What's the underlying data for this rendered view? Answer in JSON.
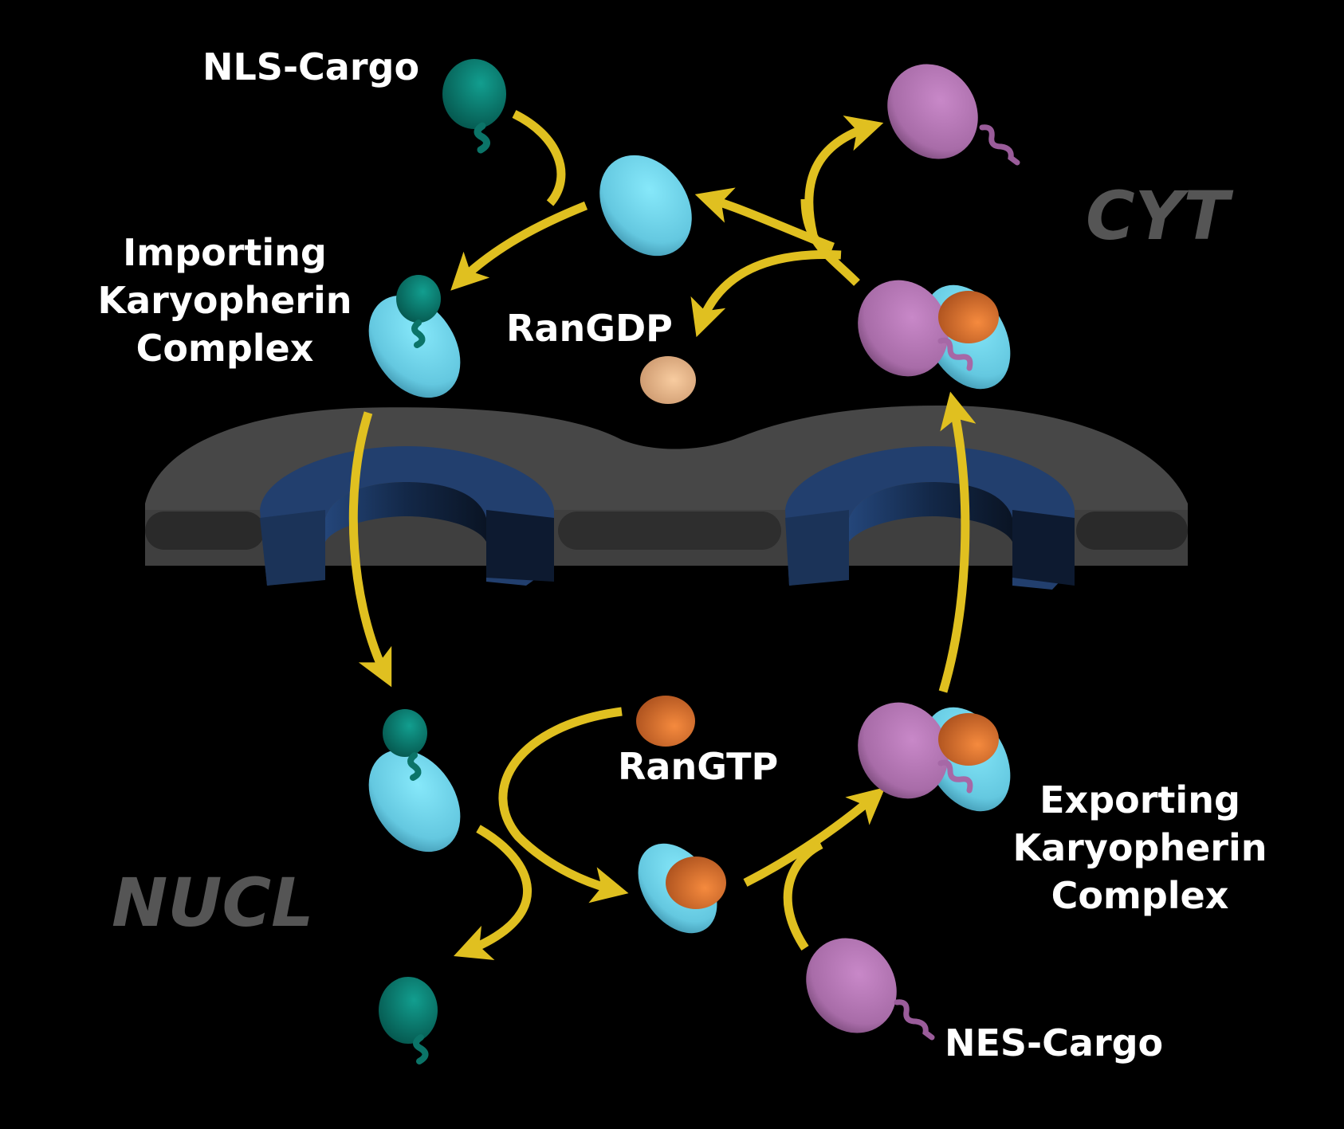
{
  "title": "Nuclear transport karyopherin cycle",
  "labels": {
    "nls_cargo": "NLS-Cargo",
    "importing_1": "Importing",
    "importing_2": "Karyopherin",
    "importing_3": "Complex",
    "rangdp": "RanGDP",
    "rangtp": "RanGTP",
    "exporting_1": "Exporting",
    "exporting_2": "Karyopherin",
    "exporting_3": "Complex",
    "nes_cargo": "NES-Cargo"
  },
  "regions": {
    "cytoplasm": "CYT",
    "nucleus": "NUCL"
  },
  "colors": {
    "background": "#000000",
    "arrow": "#e0c020",
    "nls_cargo": "#0e8a7c",
    "karyopherin": "#6fd4ea",
    "nes_cargo": "#b87ab8",
    "ran_gtp": "#e07a35",
    "ran_gdp": "#f0c090",
    "membrane": "#4a4a4a",
    "pore": "#223f6e",
    "region_text": "#555555"
  }
}
